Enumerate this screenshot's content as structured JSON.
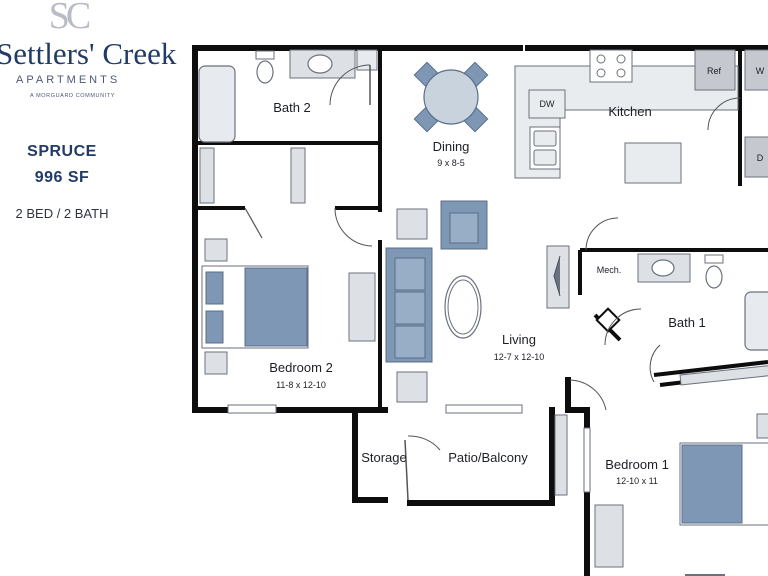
{
  "branding": {
    "monogram": "SC",
    "community_name": "Settlers' Creek",
    "subtitle": "APARTMENTS",
    "tagline": "A MORGUARD COMMUNITY"
  },
  "unit": {
    "plan_name": "SPRUCE",
    "square_feet": "996 SF",
    "bed_bath": "2 BED / 2 BATH"
  },
  "rooms": {
    "bath2": {
      "label": "Bath 2"
    },
    "dining": {
      "label": "Dining",
      "dims": "9 x 8-5"
    },
    "kitchen": {
      "label": "Kitchen"
    },
    "bedroom2": {
      "label": "Bedroom 2",
      "dims": "11-8 x 12-10"
    },
    "living": {
      "label": "Living",
      "dims": "12-7 x 12-10"
    },
    "mech": {
      "label": "Mech."
    },
    "bath1": {
      "label": "Bath 1"
    },
    "storage": {
      "label": "Storage"
    },
    "patio": {
      "label": "Patio/Balcony"
    },
    "bedroom1": {
      "label": "Bedroom 1",
      "dims": "12-10 x 11"
    }
  },
  "fixtures": {
    "dishwasher": "DW",
    "refrigerator": "Ref",
    "washer": "W",
    "dryer": "D"
  },
  "colors": {
    "brand_navy": "#223a66",
    "furniture_blue": "#7d97b4",
    "fixture_gray": "#d5d9de",
    "wall": "#0d0d0d"
  }
}
